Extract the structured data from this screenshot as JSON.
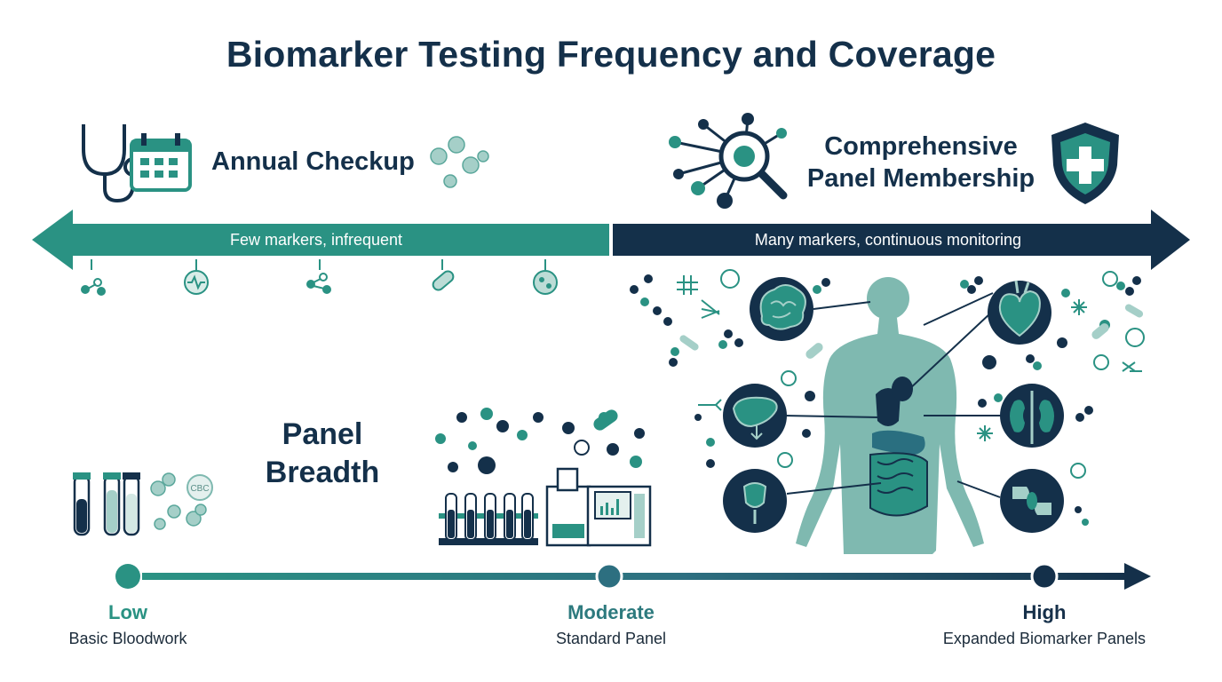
{
  "title": "Biomarker Testing Frequency and Coverage",
  "annual": {
    "label": "Annual Checkup"
  },
  "comprehensive": {
    "line1": "Comprehensive",
    "line2": "Panel Membership"
  },
  "band": {
    "left_text": "Few markers, infrequent",
    "right_text": "Many markers, continuous monitoring"
  },
  "panel_breadth": {
    "line1": "Panel",
    "line2": "Breadth"
  },
  "scale": {
    "low": {
      "label": "Low",
      "sub": "Basic Bloodwork"
    },
    "moderate": {
      "label": "Moderate",
      "sub": "Standard Panel"
    },
    "high": {
      "label": "High",
      "sub": "Expanded Biomarker Panels"
    }
  },
  "badge_text": "CBC",
  "colors": {
    "teal": "#2a9283",
    "navy": "#14304a",
    "light_teal": "#7fb9b0",
    "title": "#14304a"
  },
  "icons": [
    "stethoscope-icon",
    "calendar-icon",
    "network-search-icon",
    "shield-plus-icon",
    "test-tubes-icon",
    "lab-analyzer-icon",
    "human-body-icon",
    "brain-icon",
    "heart-icon",
    "liver-icon",
    "kidney-icon",
    "joint-icon",
    "gut-icon"
  ]
}
